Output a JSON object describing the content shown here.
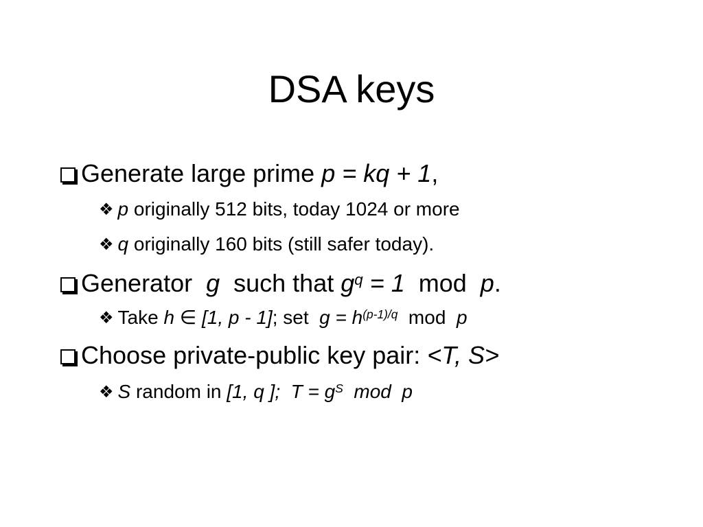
{
  "slide": {
    "title": "DSA keys",
    "bullets": [
      {
        "level": 1,
        "parts": {
          "a": "Generate large prime ",
          "b": "p = kq + 1",
          "c": ","
        }
      },
      {
        "level": 2,
        "parts": {
          "a": "p",
          "b": " originally 512 bits, today 1024 or more"
        }
      },
      {
        "level": 2,
        "parts": {
          "a": "q",
          "b": " originally 160 bits (still safer today)."
        }
      },
      {
        "level": 1,
        "parts": {
          "a": "Generator  ",
          "b": "g",
          "c": "  such that ",
          "d": "g",
          "e": "q",
          "f": " = 1",
          "g": "  mod  ",
          "h": "p",
          "i": "."
        }
      },
      {
        "level": 2,
        "parts": {
          "a": "Take ",
          "b": "h",
          "c": " ∈ ",
          "d": "[1, p - 1]",
          "e": "; set  ",
          "f": "g = h",
          "g": "(p-1)/q",
          "h": "  mod  ",
          "i": "p"
        }
      },
      {
        "level": 1,
        "parts": {
          "a": "Choose private-public key pair: ",
          "b": "<T, S>"
        }
      },
      {
        "level": 2,
        "parts": {
          "a": "S",
          "b": " random in ",
          "c": "[1, q ];  T = g",
          "d": "S",
          "e": "  mod  p"
        }
      }
    ],
    "markers": {
      "level1": "square-checkbox-icon",
      "level2": "four-diamond-icon",
      "level2_glyph": "❖"
    }
  }
}
